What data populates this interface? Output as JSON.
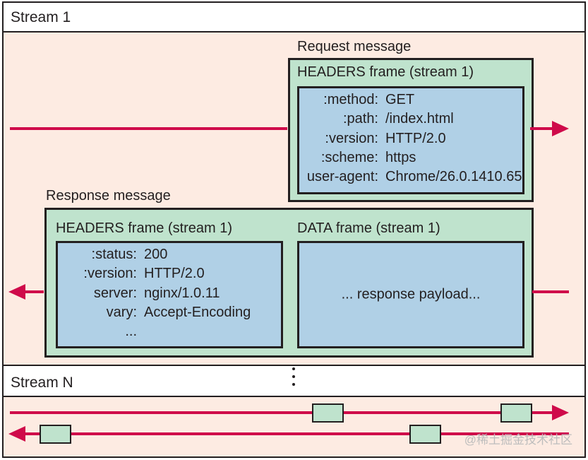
{
  "stream1": {
    "title": "Stream 1",
    "request": {
      "caption": "Request message",
      "frame_title": "HEADERS frame (stream 1)",
      "headers": [
        {
          "key": ":method:",
          "value": "GET"
        },
        {
          "key": ":path:",
          "value": "/index.html"
        },
        {
          "key": ":version:",
          "value": "HTTP/2.0"
        },
        {
          "key": ":scheme:",
          "value": "https"
        },
        {
          "key": "user-agent:",
          "value": "Chrome/26.0.1410.65"
        }
      ]
    },
    "response": {
      "caption": "Response message",
      "headers_frame_title": "HEADERS frame (stream 1)",
      "headers": [
        {
          "key": ":status:",
          "value": "200"
        },
        {
          "key": ":version:",
          "value": "HTTP/2.0"
        },
        {
          "key": "server:",
          "value": "nginx/1.0.11"
        },
        {
          "key": "vary:",
          "value": "Accept-Encoding"
        },
        {
          "key": "...",
          "value": ""
        }
      ],
      "data_frame_title": "DATA frame (stream 1)",
      "payload": "... response payload..."
    }
  },
  "streamN": {
    "title": "Stream N"
  },
  "watermark": "@稀土掘金技术社区",
  "colors": {
    "arrow": "#cf0a4a",
    "stream_bg": "#fdebe2",
    "frame_green": "#bfe3cd",
    "header_blue": "#b0d0e6",
    "border": "#231f20"
  }
}
